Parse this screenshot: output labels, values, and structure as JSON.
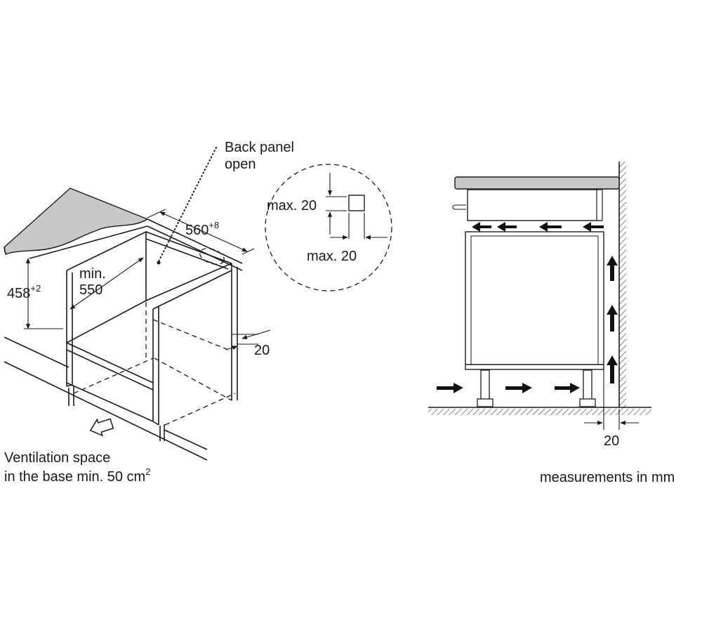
{
  "left_view": {
    "back_panel_label": [
      "Back panel",
      "open"
    ],
    "depth_label": [
      "min.",
      "550"
    ],
    "width_label": "560",
    "width_tolerance": "+8",
    "height_label": "458",
    "height_tolerance": "+2",
    "side_gap_label": "20",
    "ventilation_label": [
      "Ventilation space",
      "in the base min. 50 cm"
    ],
    "ventilation_unit_sup": "2"
  },
  "detail_view": {
    "vertical_max_label": "max. 20",
    "horizontal_max_label": "max. 20"
  },
  "right_view": {
    "wall_gap_label": "20"
  },
  "units_note": "measurements in mm"
}
